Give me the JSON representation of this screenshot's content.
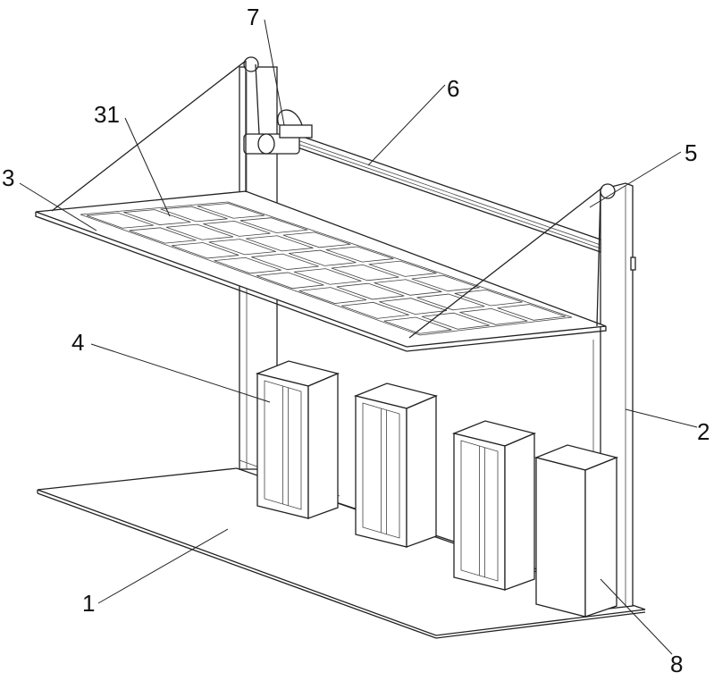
{
  "figure": {
    "labels": {
      "base": "1",
      "post": "2",
      "solar_panel": "3",
      "panel_cell": "31",
      "cabinet": "4",
      "pulley": "5",
      "rail": "6",
      "motor": "7",
      "battery_box": "8"
    }
  }
}
